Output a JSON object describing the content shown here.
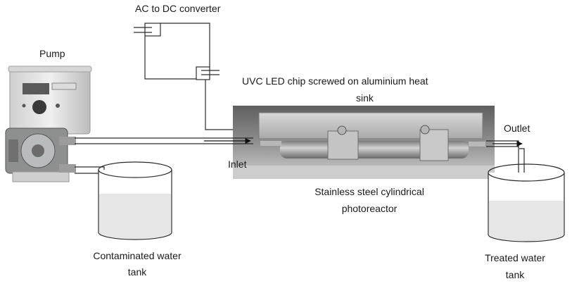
{
  "labels": {
    "converter": "AC to DC converter",
    "pump": "Pump",
    "led_line1": "UVC LED chip screwed on aluminium heat",
    "led_line2": "sink",
    "outlet": "Outlet",
    "inlet": "Inlet",
    "reactor_line1": "Stainless steel cylindrical",
    "reactor_line2": "photoreactor",
    "contaminated_line1": "Contaminated water",
    "contaminated_line2": "tank",
    "treated_line1": "Treated water",
    "treated_line2": "tank"
  },
  "colors": {
    "line": "#2b2b2b",
    "photo_background": "#c8c8c8",
    "pump_body": "#e4e4e4",
    "water": "#e6e6e6"
  }
}
